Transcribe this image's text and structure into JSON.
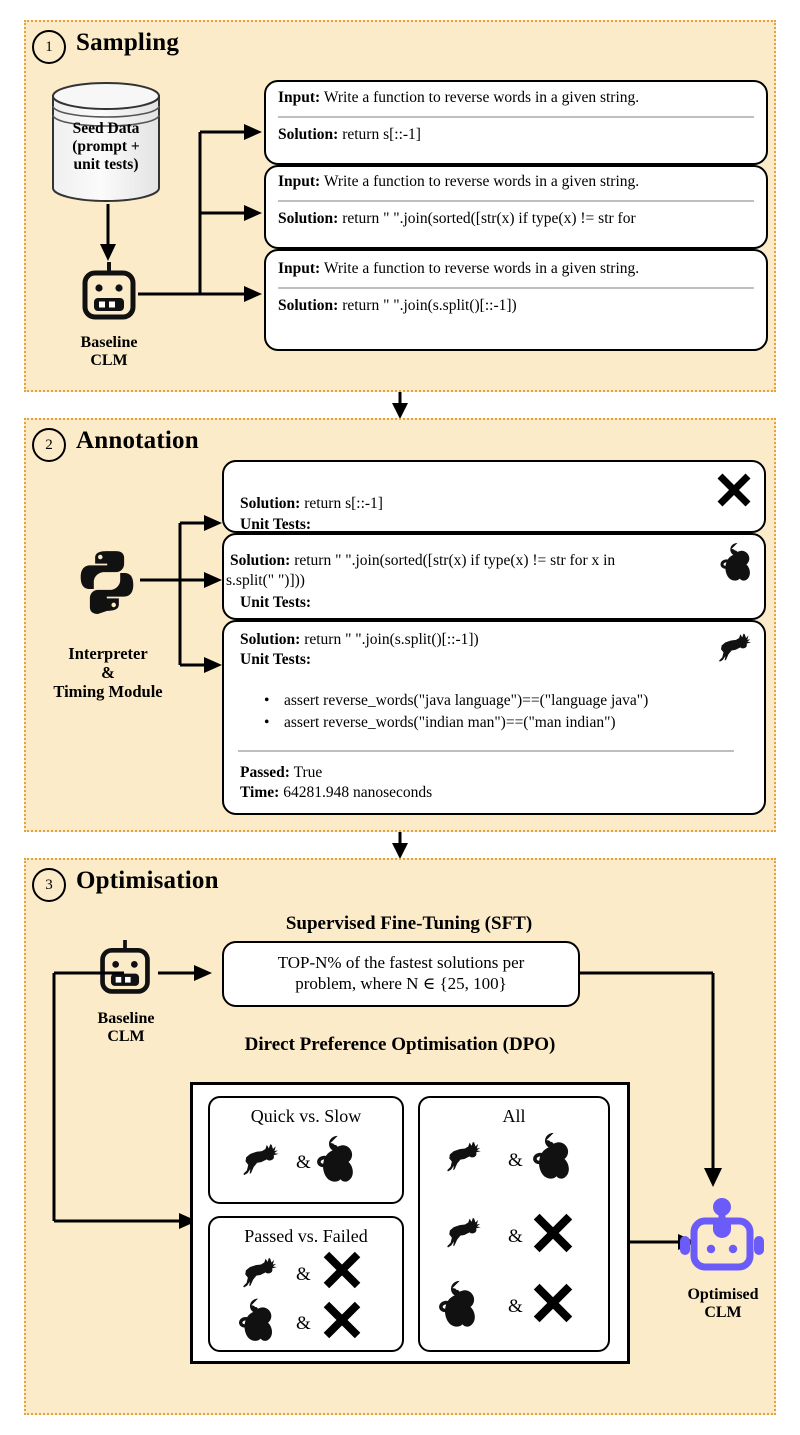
{
  "figure": {
    "type": "pipeline-diagram",
    "background": "#FBEBC8",
    "border_color": "#E8A13A",
    "accent_color": "#6B5CFA"
  },
  "stages": [
    {
      "number": "1",
      "title": "Sampling"
    },
    {
      "number": "2",
      "title": "Annotation"
    },
    {
      "number": "3",
      "title": "Optimisation"
    }
  ],
  "sampling": {
    "database_label_line1": "Seed Data",
    "database_label_line2": "(prompt +",
    "database_label_line3": "unit tests)",
    "model_label_line1": "Baseline",
    "model_label_line2": "CLM",
    "samples": [
      {
        "input_label": "Input:",
        "input_text": "Write a function to reverse words in a given string.",
        "solution_label": "Solution:",
        "solution_text": "return s[::-1]"
      },
      {
        "input_label": "Input:",
        "input_text": "Write a function to reverse words in a given string.",
        "solution_label": "Solution:",
        "solution_text": "return \" \".join(sorted([str(x) if type(x) != str for"
      },
      {
        "input_label": "Input:",
        "input_text": "Write a function to reverse words in a given string.",
        "solution_label": "Solution:",
        "solution_text": "return \" \".join(s.split()[::-1])"
      }
    ]
  },
  "annotation": {
    "module_label_line1": "Interpreter",
    "module_label_line2": "&",
    "module_label_line3": "Timing Module",
    "python_icon": "python-logo-icon",
    "cards": [
      {
        "solution_label": "Solution:",
        "solution_text": "return s[::-1]",
        "unit_tests_label": "Unit Tests:",
        "status_icon": "cross-icon"
      },
      {
        "solution_label": "Solution:",
        "solution_text_line1": "return \" \".join(sorted([str(x) if type(x) != str for x in",
        "solution_text_line2": "s.split(\" \")]))",
        "unit_tests_label": "Unit Tests:",
        "status_icon": "sloth-icon"
      },
      {
        "solution_label": "Solution:",
        "solution_text": "return \" \".join(s.split()[::-1])",
        "unit_tests_label": "Unit Tests:",
        "status_icon": "deer-icon",
        "tests": [
          "assert reverse_words(\"java language\")==(\"language java\")",
          "assert reverse_words(\"indian man\")==(\"man indian\")"
        ],
        "passed_label": "Passed:",
        "passed_value": "True",
        "time_label": "Time:",
        "time_value": "64281.948 nanoseconds"
      }
    ]
  },
  "optimisation": {
    "model_label_line1": "Baseline",
    "model_label_line2": "CLM",
    "sft_heading": "Supervised Fine-Tuning (SFT)",
    "sft_text_line1": "TOP-N% of the fastest solutions per",
    "sft_text_line2": "problem, where N ∈ {25, 100}",
    "dpo_heading": "Direct Preference Optimisation (DPO)",
    "dpo_groups": [
      {
        "title": "Quick vs. Slow",
        "pairs": [
          {
            "left": "deer-icon",
            "op": "&",
            "right": "sloth-icon"
          }
        ]
      },
      {
        "title": "Passed vs. Failed",
        "pairs": [
          {
            "left": "deer-icon",
            "op": "&",
            "right": "cross-icon"
          },
          {
            "left": "sloth-icon",
            "op": "&",
            "right": "cross-icon"
          }
        ]
      },
      {
        "title": "All",
        "pairs": [
          {
            "left": "deer-icon",
            "op": "&",
            "right": "sloth-icon"
          },
          {
            "left": "deer-icon",
            "op": "&",
            "right": "cross-icon"
          },
          {
            "left": "sloth-icon",
            "op": "&",
            "right": "cross-icon"
          }
        ]
      }
    ],
    "output_label_line1": "Optimised",
    "output_label_line2": "CLM",
    "output_icon": "robot-icon"
  }
}
